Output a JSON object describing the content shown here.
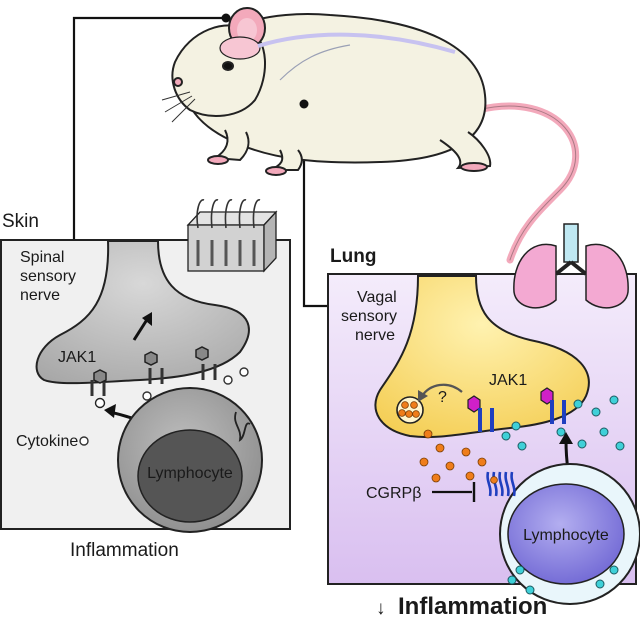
{
  "skin_panel": {
    "title": "Skin",
    "nerve_label": [
      "Spinal",
      "sensory",
      "nerve"
    ],
    "jak_label": "JAK1",
    "cytokine_label": "Cytokine",
    "cell_label": "Lymphocyte",
    "outcome": "Inflammation"
  },
  "lung_panel": {
    "title": "Lung",
    "nerve_label": [
      "Vagal",
      "sensory",
      "nerve"
    ],
    "jak_label": "JAK1",
    "question_mark": "?",
    "neuropeptide_label": "CGRPβ",
    "cell_label": "Lymphocyte",
    "outcome_arrow": "↓",
    "outcome": "Inflammation"
  },
  "colors": {
    "skin_bg": "#f0f0f0",
    "skin_neuron": "#bdbdbd",
    "lung_bg": "#e6d2f5",
    "lung_neuron": "#fbe07a",
    "lymphocyte_skin": "#7a7a7a",
    "lymphocyte_lung": "#8f86e0",
    "receptor_blue": "#1f3fbf",
    "jak_magenta": "#d020c8",
    "cgrp_orange": "#ef7d1a",
    "cytokine_cyan": "#3fd0d8",
    "mouse_body": "#f4f2e2",
    "mouse_pink": "#f3a9bb"
  }
}
